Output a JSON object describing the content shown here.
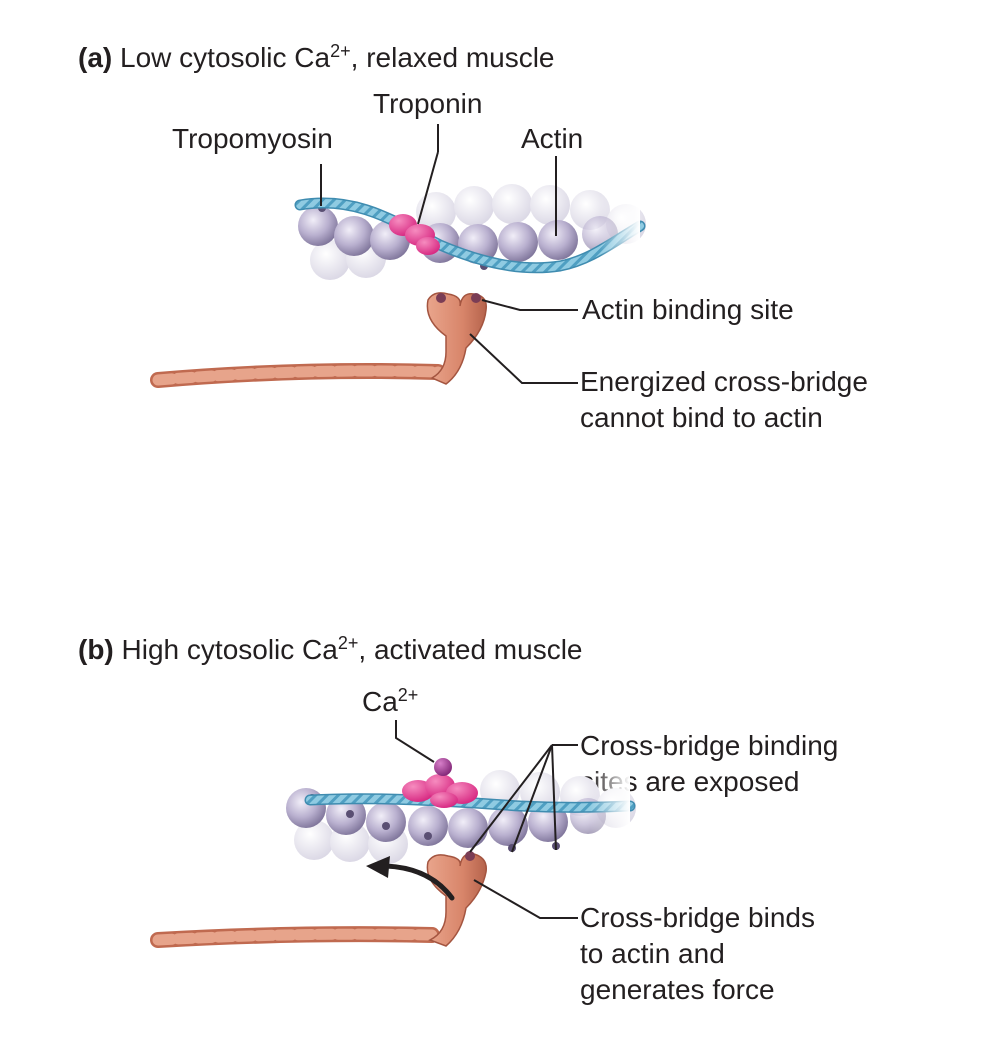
{
  "panel_a": {
    "letter": "(a)",
    "title_pre": "Low cytosolic Ca",
    "title_sup": "2+",
    "title_post": ", relaxed muscle",
    "labels": {
      "troponin": "Troponin",
      "tropomyosin": "Tropomyosin",
      "actin": "Actin",
      "actin_binding_site": "Actin binding site",
      "energized_line1": "Energized cross-bridge",
      "energized_line2": "cannot bind to actin"
    }
  },
  "panel_b": {
    "letter": "(b)",
    "title_pre": "High cytosolic Ca",
    "title_sup": "2+",
    "title_post": ", activated muscle",
    "labels": {
      "ca_pre": "Ca",
      "ca_sup": "2+",
      "exposed_line1": "Cross-bridge binding",
      "exposed_line2": "sites are exposed",
      "binds_line1": "Cross-bridge binds",
      "binds_line2": "to actin and",
      "binds_line3": "generates force"
    }
  },
  "colors": {
    "actin": "#b9b0cf",
    "tropomyosin": "#7fc3dc",
    "troponin": "#e0328a",
    "myosin": "#d9876c",
    "calcium": "#9b2d8c"
  }
}
